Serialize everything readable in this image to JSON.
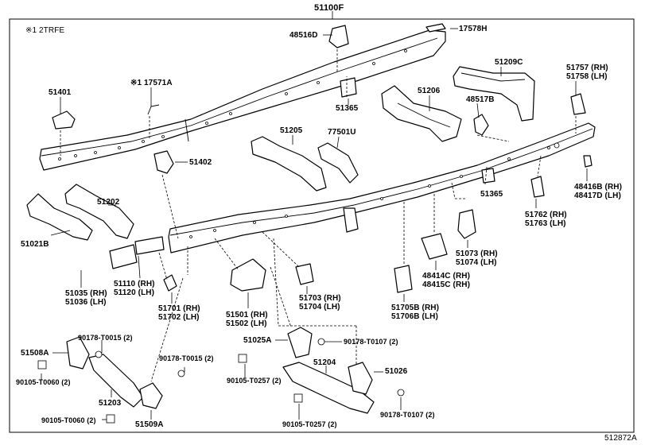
{
  "diagram": {
    "assembly_label": "51100F",
    "footnote": "※1 2TRFE",
    "figure_code": "512872A",
    "callouts": {
      "c51100F": "51100F",
      "c48516D": "48516D",
      "c17578H": "17578H",
      "c51209C": "51209C",
      "c51757": "51757 (RH)",
      "c51758": "51758 (LH)",
      "c51401": "51401",
      "c17571A": "※1 17571A",
      "c51365a": "51365",
      "c51206": "51206",
      "c48517B": "48517B",
      "c51205": "51205",
      "c77501U": "77501U",
      "c51402": "51402",
      "c48416B": "48416B (RH)",
      "c48417D": "48417D (LH)",
      "c51202": "51202",
      "c51365b": "51365",
      "c51021B": "51021B",
      "c51762": "51762 (RH)",
      "c51763": "51763 (LH)",
      "c51073": "51073 (RH)",
      "c51074": "51074 (LH)",
      "c48414C": "48414C (RH)",
      "c48415C": "48415C (RH)",
      "c51035": "51035 (RH)",
      "c51036": "51036 (LH)",
      "c51110": "51110 (RH)",
      "c51120": "51120 (LH)",
      "c51703": "51703 (RH)",
      "c51704": "51704 (LH)",
      "c51705B": "51705B (RH)",
      "c51706B": "51706B (LH)",
      "c51701": "51701 (RH)",
      "c51702": "51702 (LH)",
      "c51501": "51501 (RH)",
      "c51502": "51502 (LH)",
      "c51025A": "51025A",
      "c90178a": "90178-T0107 (2)",
      "c51508A": "51508A",
      "c90178b": "90178-T0015 (2)",
      "c90178c": "90178-T0015 (2)",
      "c51204": "51204",
      "c51026": "51026",
      "c90105a": "90105-T0060 (2)",
      "c90105b": "90105-T0257 (2)",
      "c51203": "51203",
      "c90105c": "90105-T0060 (2)",
      "c51509A": "51509A",
      "c90105d": "90105-T0257 (2)",
      "c90178d": "90178-T0107 (2)"
    }
  }
}
